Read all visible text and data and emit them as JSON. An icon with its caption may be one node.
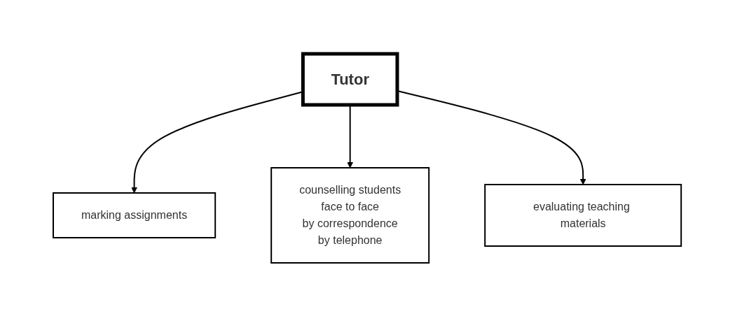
{
  "diagram": {
    "nodes": [
      {
        "text": [
          "Tutor"
        ]
      },
      {
        "text": [
          "marking assignments"
        ]
      },
      {
        "text": [
          "counselling students",
          "face to face",
          "by correspondence",
          "by telephone"
        ]
      },
      {
        "text": [
          "evaluating teaching materials"
        ]
      }
    ],
    "edges": [
      {
        "from": 0,
        "to": 1,
        "arrow": "to"
      },
      {
        "from": 0,
        "to": 2,
        "arrow": "to"
      },
      {
        "from": 0,
        "to": 3,
        "arrow": "to"
      }
    ]
  }
}
